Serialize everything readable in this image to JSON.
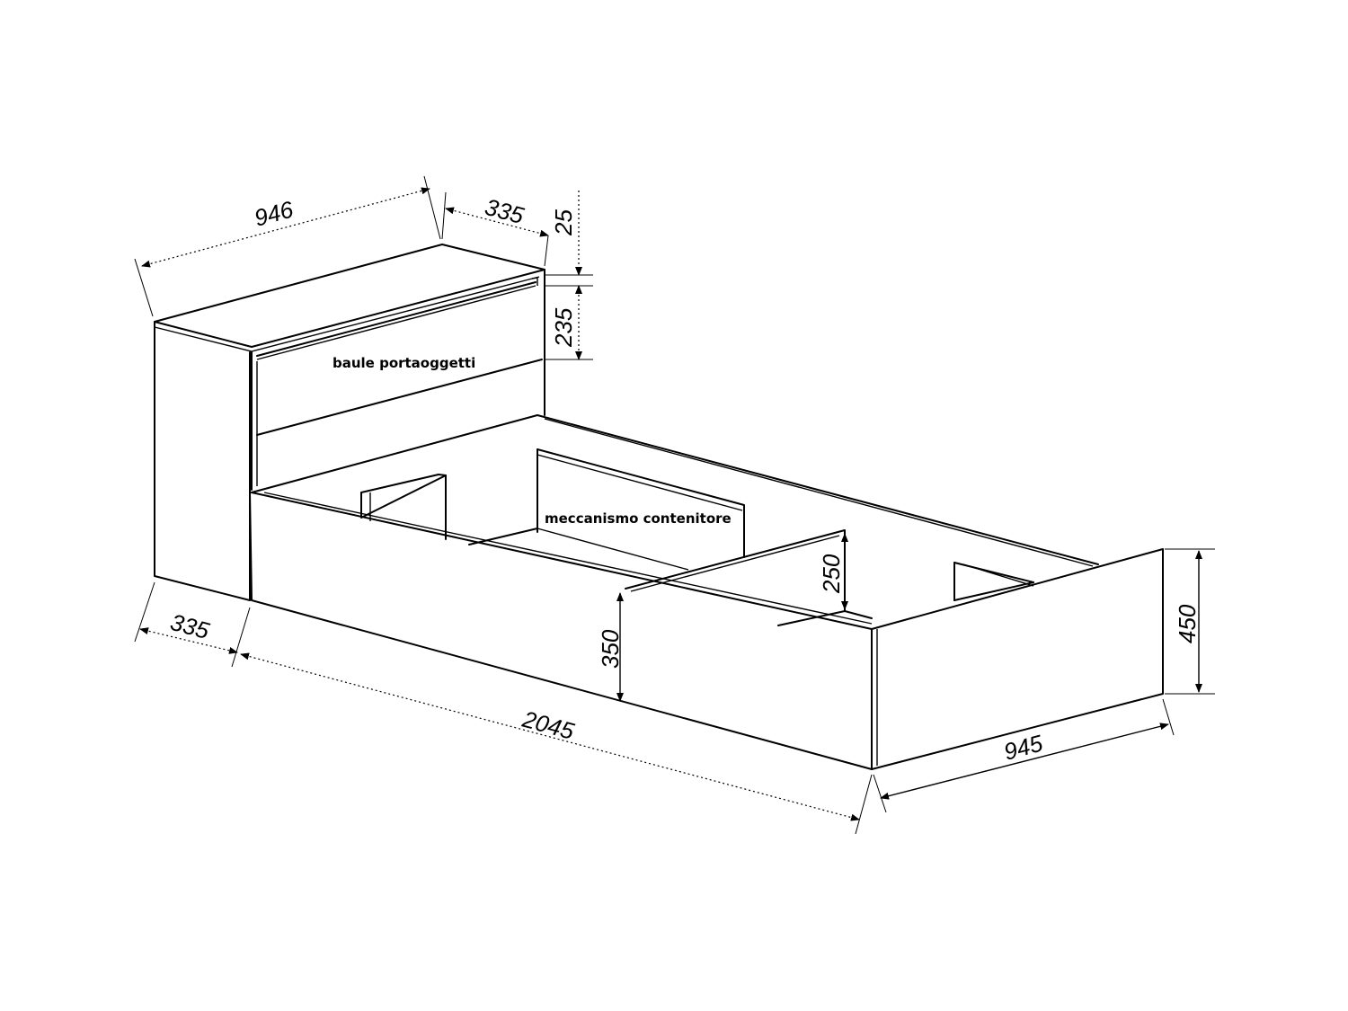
{
  "labels": {
    "storage_chest": "baule portaoggetti",
    "container_mechanism": "meccanismo contenitore"
  },
  "dimensions": {
    "headboard_width": "946",
    "headboard_depth_top": "335",
    "top_thickness": "25",
    "chest_height": "235",
    "headboard_depth_base": "335",
    "total_length": "2045",
    "side_height": "350",
    "inner_height": "250",
    "footboard_height": "450",
    "footboard_width": "945"
  }
}
